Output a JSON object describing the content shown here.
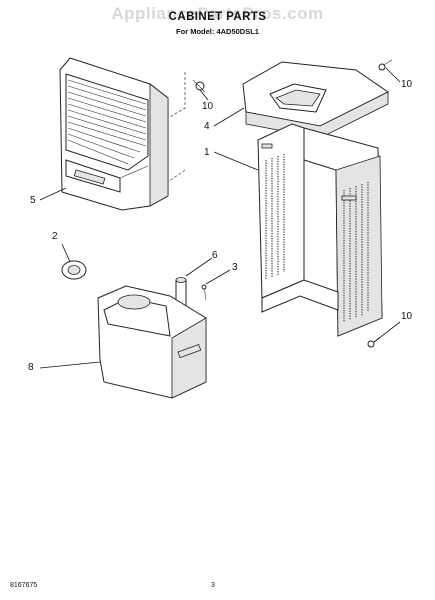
{
  "watermark": "AppliancePartsPros.com",
  "title": "CABINET PARTS",
  "subtitle": "For Model: 4AD50DSL1",
  "callouts": [
    "10",
    "4",
    "1",
    "5",
    "2",
    "6",
    "3",
    "10",
    "8",
    "10"
  ],
  "footer": {
    "doc_number": "8167675",
    "page_number": "3"
  }
}
